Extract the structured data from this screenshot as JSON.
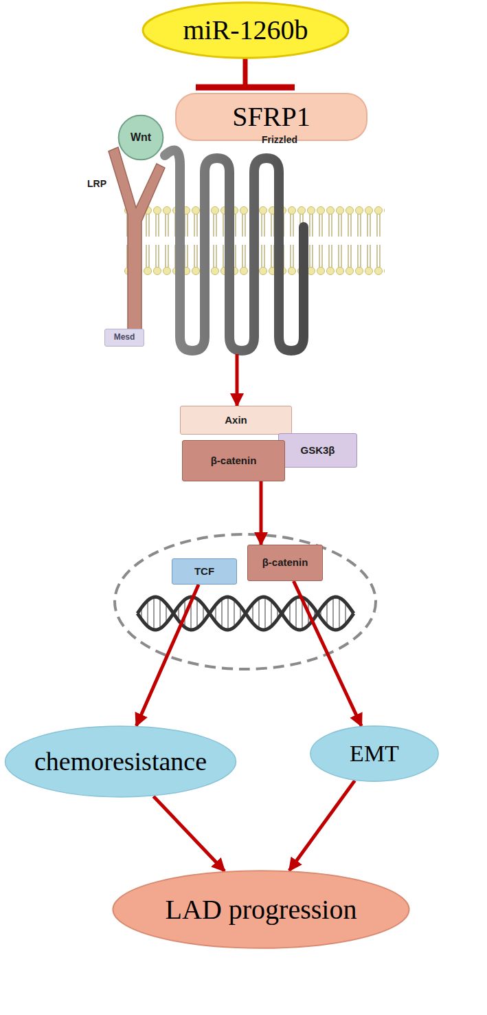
{
  "diagram": {
    "nodes": [
      {
        "text": [
          "miR-1260b"
        ]
      },
      {
        "text": [
          "SFRP1"
        ]
      },
      {
        "text": [
          "Wnt"
        ]
      },
      {
        "text": [
          "LRP"
        ]
      },
      {
        "text": [
          "Mesd"
        ]
      },
      {
        "text": [
          "Frizzled"
        ]
      },
      {
        "text": [
          "Axin"
        ]
      },
      {
        "text": [
          "GSK3β"
        ]
      },
      {
        "text": [
          "β-catenin"
        ]
      },
      {
        "text": [
          "TCF"
        ]
      },
      {
        "text": [
          "β-catenin"
        ]
      },
      {
        "text": [
          "chemoresistance"
        ]
      },
      {
        "text": [
          "EMT"
        ]
      },
      {
        "text": [
          "LAD progression"
        ]
      }
    ],
    "edges": [
      {
        "from": 0,
        "to": 1,
        "arrow": "to"
      },
      {
        "from": 5,
        "to": 6,
        "arrow": "to"
      },
      {
        "from": 8,
        "to": 10,
        "arrow": "to"
      },
      {
        "from": 9,
        "to": 11,
        "arrow": "to"
      },
      {
        "from": 10,
        "to": 12,
        "arrow": "to"
      },
      {
        "from": 11,
        "to": 13,
        "arrow": "to"
      },
      {
        "from": 12,
        "to": 13,
        "arrow": "to"
      }
    ]
  }
}
